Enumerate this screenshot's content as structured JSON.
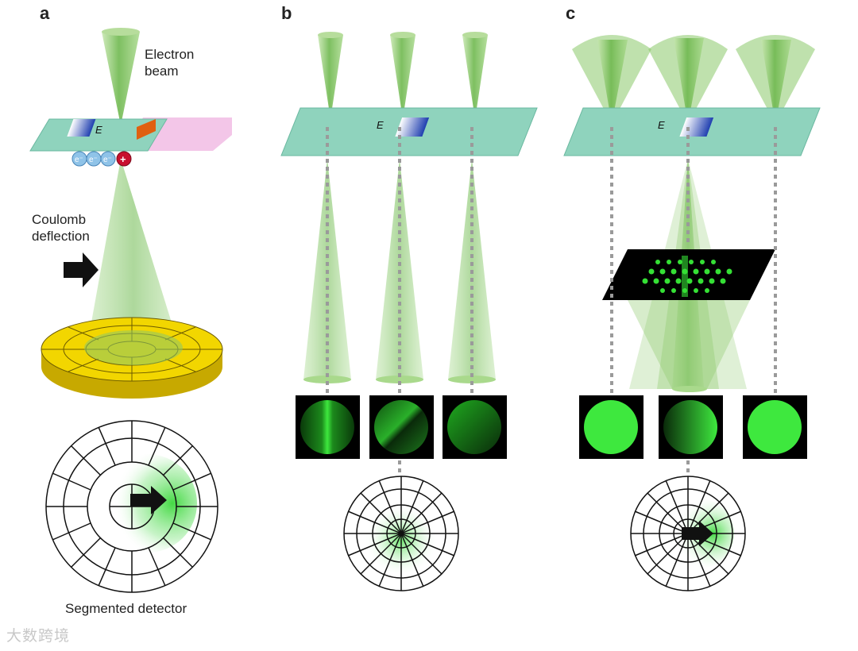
{
  "panels": {
    "a": {
      "letter": "a",
      "electron_beam": "Electron\nbeam",
      "coulomb_deflection": "Coulomb\ndeflection",
      "segmented_detector": "Segmented detector",
      "field_label": "E",
      "electron_symbol": "e⁻",
      "charge_symbol": "+"
    },
    "b": {
      "letter": "b",
      "field_label": "E"
    },
    "c": {
      "letter": "c",
      "field_label": "E"
    }
  },
  "watermark": "大数跨境",
  "colors": {
    "beam_green": "#8bc96a",
    "plate_teal": "#8fd3bd",
    "pink_layer": "#f3c6e8",
    "detector_yellow": "#f2d600",
    "screen_green": "#3ee83e",
    "electron_blue": "#8fc3e8",
    "charge_red": "#c8102e"
  }
}
